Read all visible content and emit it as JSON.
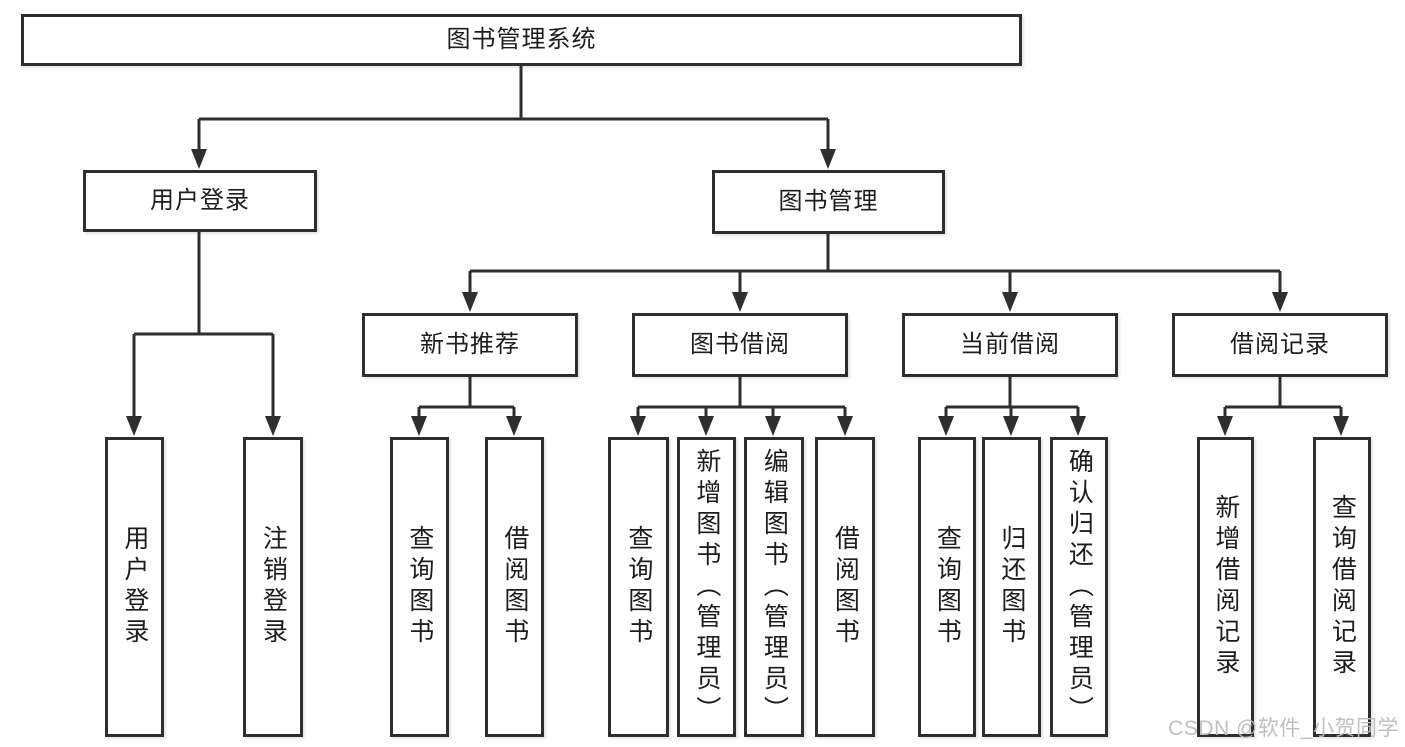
{
  "diagram": {
    "type": "tree",
    "root": {
      "label": "图书管理系统"
    },
    "level2": [
      {
        "label": "用户登录"
      },
      {
        "label": "图书管理"
      }
    ],
    "level3": [
      {
        "label": "新书推荐",
        "parent": "图书管理"
      },
      {
        "label": "图书借阅",
        "parent": "图书管理"
      },
      {
        "label": "当前借阅",
        "parent": "图书管理"
      },
      {
        "label": "借阅记录",
        "parent": "图书管理"
      }
    ],
    "leaves": [
      {
        "label": "用户登录",
        "parent": "用户登录"
      },
      {
        "label": "注销登录",
        "parent": "用户登录"
      },
      {
        "label": "查询图书",
        "parent": "新书推荐"
      },
      {
        "label": "借阅图书",
        "parent": "新书推荐"
      },
      {
        "label": "查询图书",
        "parent": "图书借阅"
      },
      {
        "label": "新增图书（管理员）",
        "parent": "图书借阅"
      },
      {
        "label": "编辑图书（管理员）",
        "parent": "图书借阅"
      },
      {
        "label": "借阅图书",
        "parent": "图书借阅"
      },
      {
        "label": "查询图书",
        "parent": "当前借阅"
      },
      {
        "label": "归还图书",
        "parent": "当前借阅"
      },
      {
        "label": "确认归还（管理员）",
        "parent": "当前借阅"
      },
      {
        "label": "新增借阅记录",
        "parent": "借阅记录"
      },
      {
        "label": "查询借阅记录",
        "parent": "借阅记录"
      }
    ],
    "colors": {
      "line": "#2e2e2e",
      "box_border": "#2e2e2e",
      "text": "#1d1d1d",
      "background": "#ffffff"
    }
  },
  "watermark": {
    "text": "CSDN @软件_小贺同学",
    "color": "#bcbcbc"
  }
}
